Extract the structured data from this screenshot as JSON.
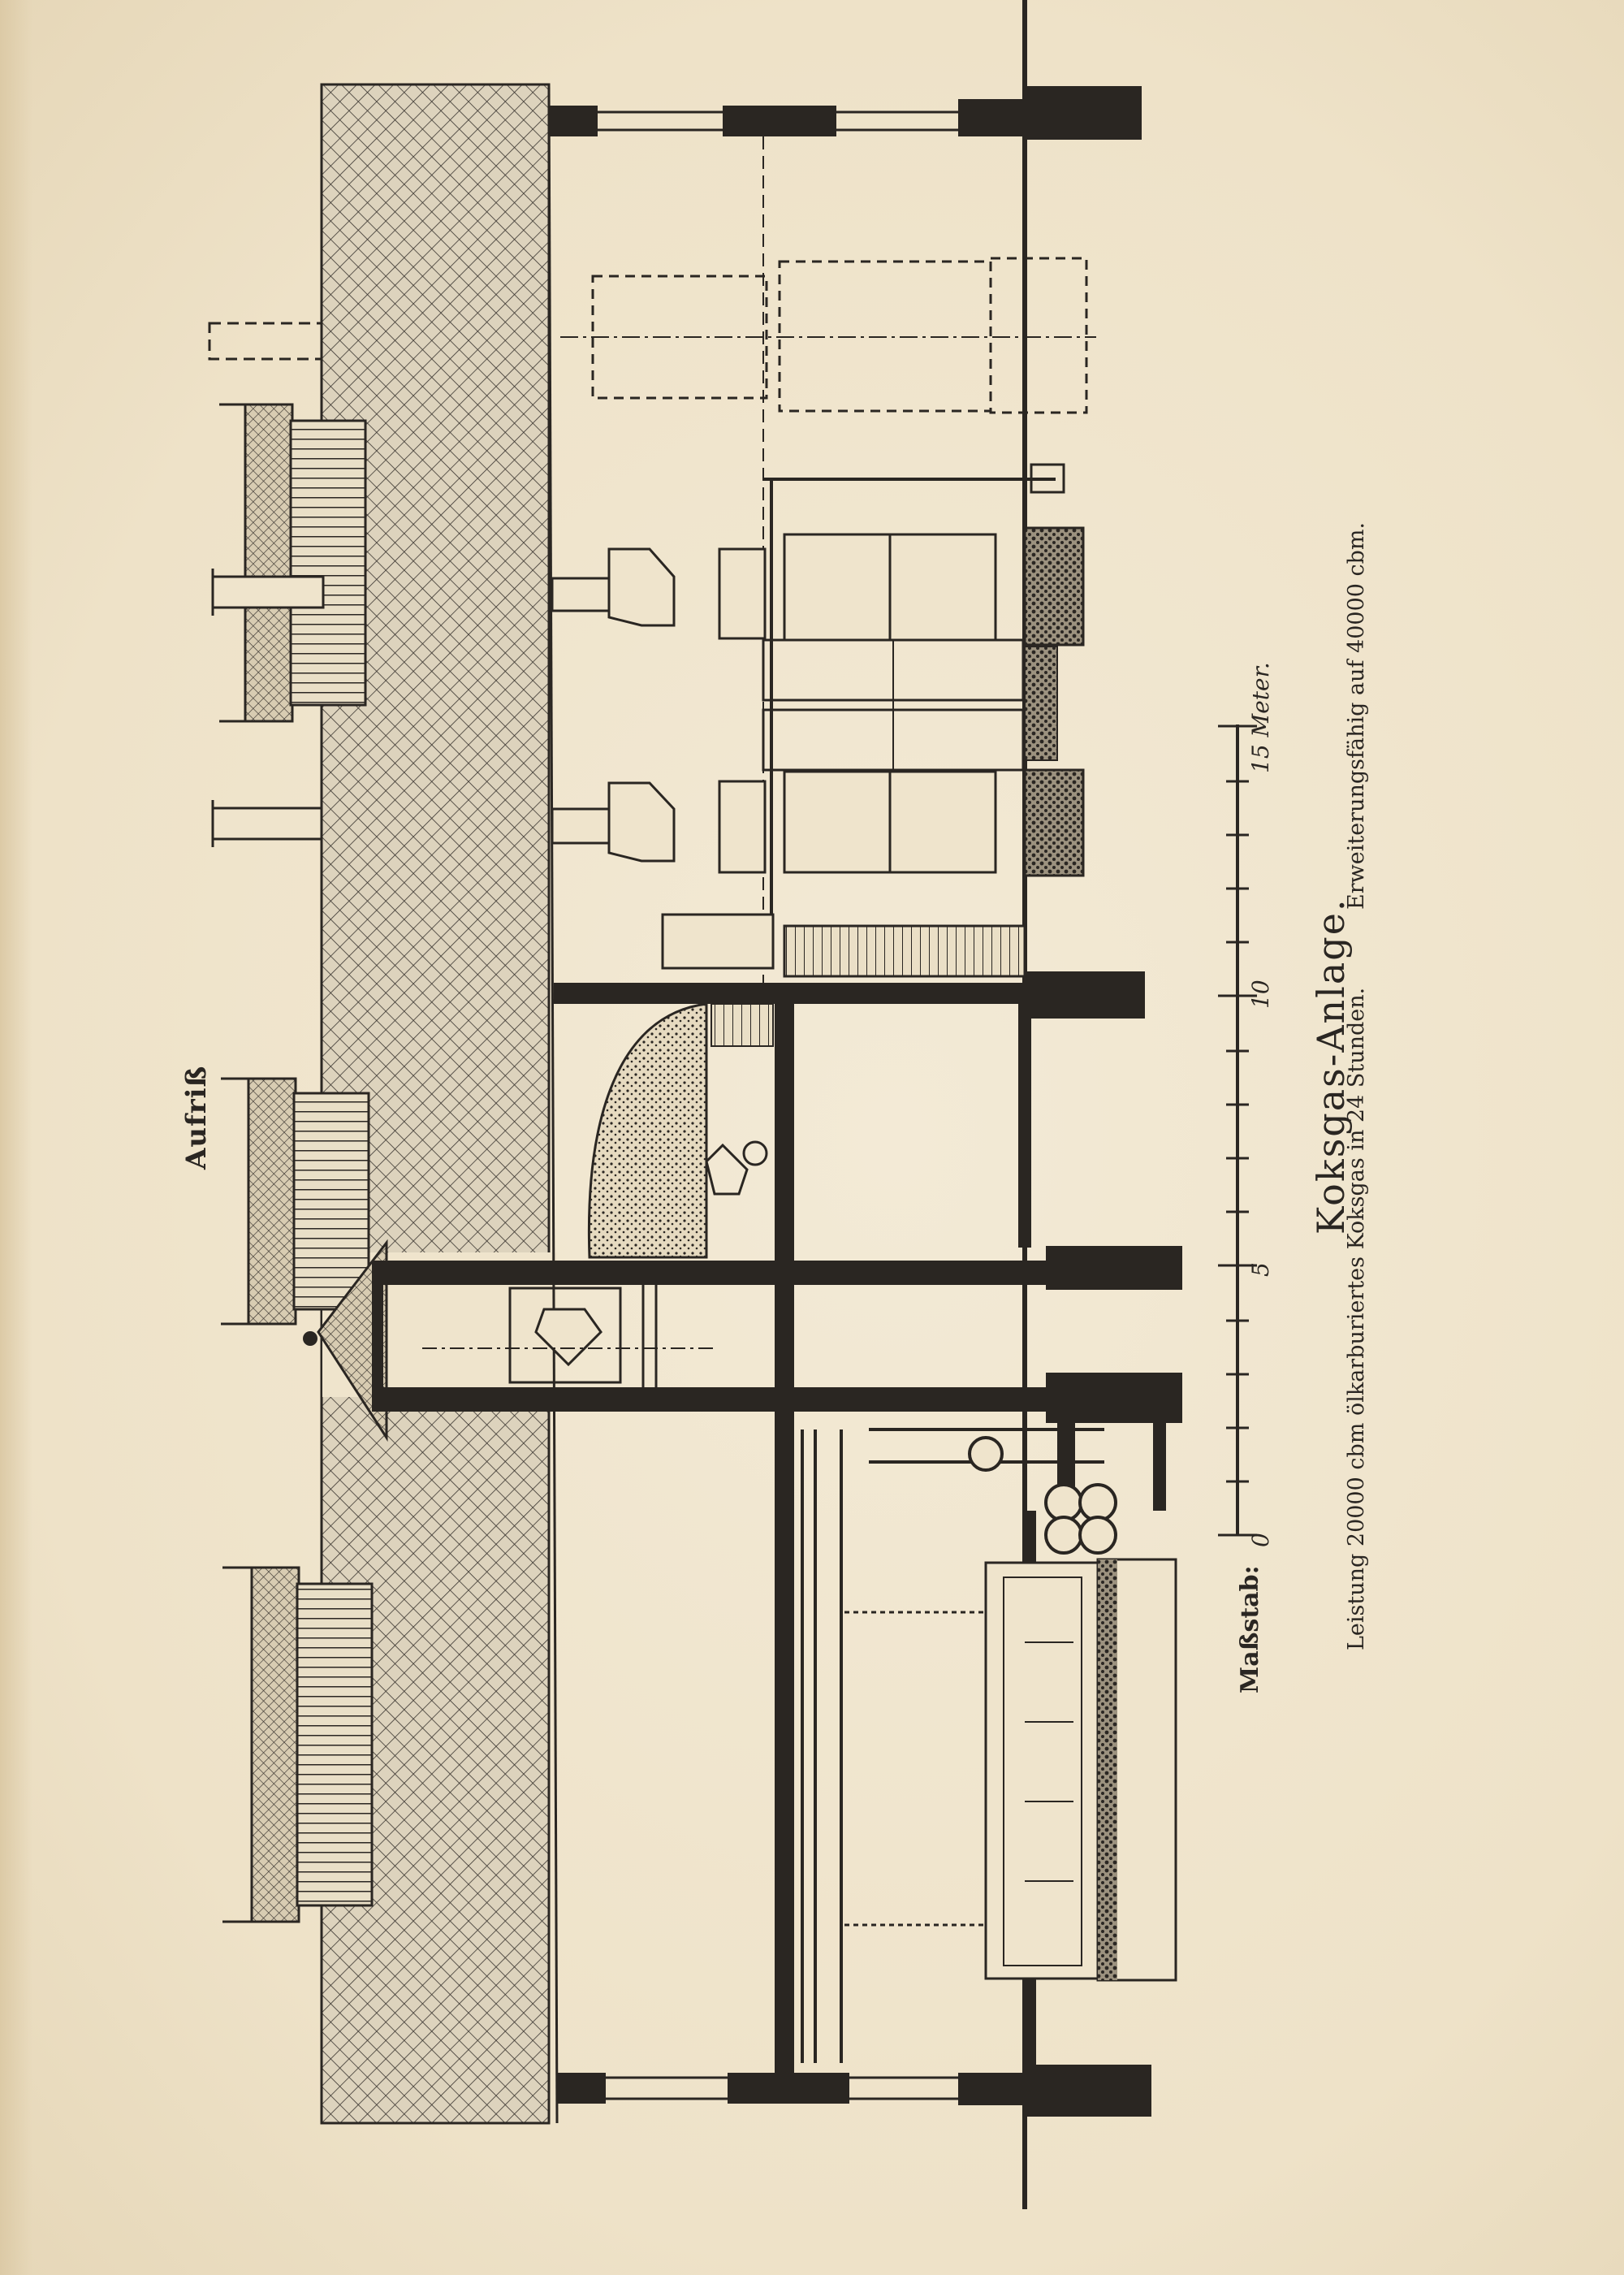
{
  "drawing": {
    "view_label": "Aufriß",
    "title": "Koksgas-Anlage.",
    "capacity_text": "Leistung 20000 cbm ölkarburiertes Koksgas in 24 Stunden.",
    "expansion_text": "Erweiterungsfähig auf 40000 cbm.",
    "scale": {
      "label": "Maßstab:",
      "ticks": [
        "0",
        "5",
        "10",
        "15 Meter."
      ]
    }
  },
  "colors": {
    "paper": "#efe4cc",
    "ink": "#2a2622",
    "hatch": "#3a3530"
  }
}
